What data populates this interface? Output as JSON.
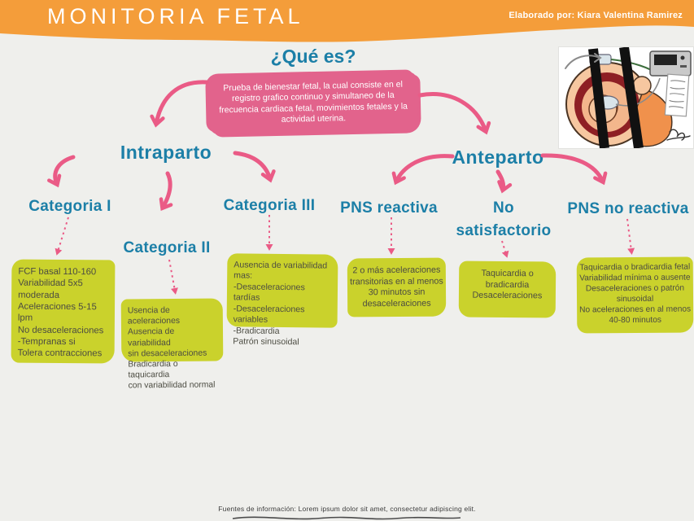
{
  "header": {
    "title": "MONITORIA FETAL",
    "credit": "Elaborado por: Kiara Valentina Ramirez"
  },
  "intro": {
    "question": "¿Qué es?",
    "definition": "Prueba de bienestar fetal, la cual consiste en el registro grafico continuo y simultaneo de la frecuencia cardiaca fetal, movimientos fetales y la actividad uterina."
  },
  "branches": [
    {
      "label": "Intraparto"
    },
    {
      "label": "Anteparto"
    }
  ],
  "categories": [
    {
      "heading": "Categoria I",
      "branch": "Intraparto",
      "details": "FCF basal 110-160\nVariabilidad 5x5\nmoderada\nAceleraciones 5-15 lpm\nNo desaceleraciones\n-Tempranas si\nTolera contracciones"
    },
    {
      "heading": "Categoria II",
      "branch": "Intraparto",
      "details": "Usencia de aceleraciones\nAusencia de variabilidad\nsin desaceleraciones\nBradicardia o taquicardia\ncon variabilidad normal"
    },
    {
      "heading": "Categoria III",
      "branch": "Intraparto",
      "details": "Ausencia de variabilidad\nmas:\n-Desaceleraciones tardías\n-Desaceleraciones variables\n-Bradicardia\nPatrón sinusoidal"
    },
    {
      "heading": "PNS reactiva",
      "branch": "Anteparto",
      "details": "2 o más aceleraciones\ntransitorias en al menos\n30 minutos sin\ndesaceleraciones"
    },
    {
      "heading": "No satisfactorio",
      "branch": "Anteparto",
      "details": "Taquicardia o\nbradicardia\nDesaceleraciones"
    },
    {
      "heading": "PNS no reactiva",
      "branch": "Anteparto",
      "details": "Taquicardia o bradicardia fetal\nVariabilidad mínima o ausente\nDesaceleraciones o patrón\nsinusoidal\nNo aceleraciones en al menos\n40-80 minutos"
    }
  ],
  "footer": {
    "sources": "Fuentes de información: Lorem ipsum dolor sit amet, consectetur adipiscing elit."
  },
  "colors": {
    "header_orange": "#f49d3a",
    "background": "#efefec",
    "heading_teal": "#1c7fa7",
    "definition_pink": "#e2638c",
    "arrow_pink": "#ea5b86",
    "note_green": "#cad22c",
    "note_text": "#4c4c42"
  },
  "illustration": {
    "description": "fetal monitoring belly cross-section with straps and cardiotocograph"
  }
}
